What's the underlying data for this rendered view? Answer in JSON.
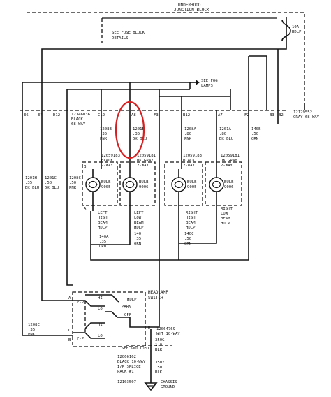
{
  "junction_block": {
    "title_line1": "UNDERHOOD",
    "title_line2": "JUNCTION BLOCK",
    "fuse_label_line1": "10A",
    "fuse_label_line2": "HDLP",
    "fuse_note_line1": "SEE FUSE BLOCK",
    "fuse_note_line2": "DETAILS"
  },
  "fog_lamps_note_line1": "SEE FOG",
  "fog_lamps_note_line2": "LAMPS",
  "connector": {
    "part_no": "12129552",
    "desc": "GRAY 68-WAY",
    "part_no_left": "12146036",
    "desc_left_1": "BLACK",
    "desc_left_2": "68-WAY",
    "pins": [
      "E6",
      "E7",
      "D12",
      "C12",
      "A8",
      "F3",
      "B12",
      "A7",
      "F2",
      "B3",
      "B2"
    ]
  },
  "wires": {
    "c12": {
      "num": "1208B",
      "gauge": ".35",
      "color": "PNK"
    },
    "a8": {
      "num": "1201B",
      "gauge": ".35",
      "color": "DK BLU"
    },
    "b12": {
      "num": "1208A",
      "gauge": ".80",
      "color": "PNK"
    },
    "a7": {
      "num": "1201A",
      "gauge": ".80",
      "color": "DK BLU"
    },
    "b3": {
      "num": "140B",
      "gauge": ".50",
      "color": "ORN"
    },
    "e6": {
      "num": "1201H",
      "gauge": ".35",
      "color": "DK BLU"
    },
    "e7": {
      "num": "1201C",
      "gauge": ".50",
      "color": "DK BLU"
    },
    "d12": {
      "num": "1208C",
      "gauge": ".50",
      "color": "PNK"
    },
    "left_ground": {
      "num": "140A",
      "gauge": ".35",
      "color": "ORN"
    },
    "left_low_ground": {
      "num": "140",
      "gauge": ".35",
      "color": "ORN"
    },
    "right_ground": {
      "num": "140C",
      "gauge": ".50",
      "color": "ORN"
    },
    "switch_feed": {
      "num": "1208E",
      "gauge": ".35",
      "color": "PNK"
    },
    "gnd1": {
      "num": "350G",
      "gauge": "1.0",
      "color": "BLK"
    },
    "gnd2": {
      "num": "350Y",
      "gauge": ".50",
      "color": "BLK"
    }
  },
  "lamps": {
    "left_high": {
      "part_no": "12059183",
      "conn1": "BLACK",
      "conn2": "2-WAY",
      "bulb": "9005",
      "name1": "LEFT",
      "name2": "HIGH",
      "name3": "BEAM",
      "name4": "HDLP"
    },
    "left_low": {
      "part_no": "12059181",
      "conn1": "DK GRAY",
      "conn2": "2-WAY",
      "bulb": "9006",
      "name1": "LEFT",
      "name2": "LOW",
      "name3": "BEAM",
      "name4": "HDLP"
    },
    "right_high": {
      "part_no": "12059183",
      "conn1": "BLACK",
      "conn2": "2-WAY",
      "bulb": "9005",
      "name1": "RIGHT",
      "name2": "HIGH",
      "name3": "BEAM",
      "name4": "HDLP"
    },
    "right_low": {
      "part_no": "12059181",
      "conn1": "DK GRAY",
      "conn2": "2-WAY",
      "bulb": "9006",
      "name1": "RIGHT",
      "name2": "LOW",
      "name3": "BEAM",
      "name4": "HDLP"
    },
    "bulb_word": "BULB",
    "pin_a": "A",
    "pin_b": "B"
  },
  "headlamp_switch": {
    "title1": "HEADLAMP",
    "title2": "SWITCH",
    "hdlp": "HDLP",
    "park": "PARK",
    "off": "OFF",
    "hi": "HI",
    "lo": "LO",
    "fp": "F-P",
    "pin_a": "A",
    "pin_b": "B",
    "pin_c": "C",
    "pin_d": "D"
  },
  "lower": {
    "sw_conn_part": "12064769",
    "sw_conn_desc": "WHT 10-WAY",
    "gnd_dist": "SEE GND DIST",
    "splice_part": "12066162",
    "splice_desc1": "BLACK 10-WAY",
    "splice_desc2": "I/P SPLICE",
    "splice_desc3": "PACK #1",
    "ground_part": "12103507",
    "ground_label1": "CHASSIS",
    "ground_label2": "GROUND"
  }
}
